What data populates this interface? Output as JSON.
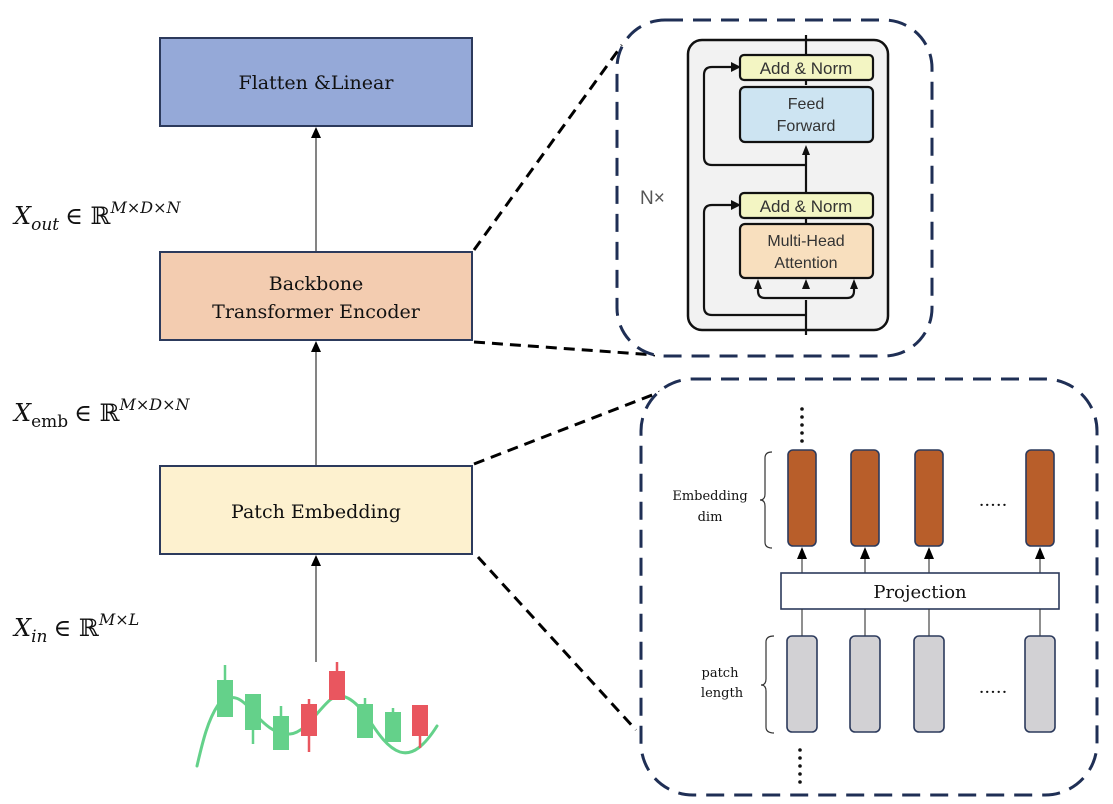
{
  "main_blocks": {
    "flatten_linear": {
      "label": "Flatten &Linear",
      "fill": "#95a9d8"
    },
    "backbone": {
      "line1": "Backbone",
      "line2": "Transformer Encoder",
      "fill": "#f3ccb0"
    },
    "patch_embedding": {
      "label": "Patch Embedding",
      "fill": "#fdf1cf"
    },
    "border_color": "#2c3a5c"
  },
  "math_labels": {
    "x_out": {
      "base": "X",
      "sub": "out",
      "sup": "M×D×N"
    },
    "x_emb": {
      "base": "X",
      "sub": "emb",
      "sup": "M×D×N"
    },
    "x_in": {
      "base": "X",
      "sub": "in",
      "sup": "M×L"
    },
    "set_symbol": "∈ ℝ"
  },
  "transformer_inset": {
    "repeat_label": "N×",
    "add_norm_top": "Add & Norm",
    "feed_forward": [
      "Feed",
      "Forward"
    ],
    "add_norm_bottom": "Add & Norm",
    "multi_head_attention": [
      "Multi-Head",
      "Attention"
    ],
    "colors": {
      "add_norm": "#f3f5c3",
      "feed_forward": "#cde4f2",
      "attention": "#f8dfbe",
      "container": "#f2f2f2"
    }
  },
  "patch_inset": {
    "embedding_label": [
      "Embedding",
      "dim"
    ],
    "patch_label": [
      "patch",
      "length"
    ],
    "projection_label": "Projection",
    "ellipsis": "·····",
    "embedding_count_shown": 4,
    "patch_count_shown": 4,
    "colors": {
      "embedding": "#b85e2a",
      "patch": "#d2d1d4"
    }
  },
  "inset_border_color": "#1f2f55",
  "candlestick_chart": {
    "colors": {
      "up": "#64d18a",
      "down": "#e9565f",
      "trend": "#64d18a"
    },
    "candles": [
      {
        "dir": "up",
        "open": 0.45,
        "close": 0.82,
        "high": 0.97,
        "low": 0.45
      },
      {
        "dir": "up",
        "open": 0.32,
        "close": 0.68,
        "high": 0.68,
        "low": 0.18
      },
      {
        "dir": "up",
        "open": 0.12,
        "close": 0.46,
        "high": 0.56,
        "low": 0.12
      },
      {
        "dir": "down",
        "open": 0.58,
        "close": 0.26,
        "high": 0.63,
        "low": 0.1
      },
      {
        "dir": "down",
        "open": 0.91,
        "close": 0.62,
        "high": 1.0,
        "low": 0.62
      },
      {
        "dir": "up",
        "open": 0.24,
        "close": 0.58,
        "high": 0.64,
        "low": 0.24
      },
      {
        "dir": "up",
        "open": 0.2,
        "close": 0.5,
        "high": 0.54,
        "low": 0.2
      },
      {
        "dir": "down",
        "open": 0.57,
        "close": 0.26,
        "high": 0.57,
        "low": 0.14
      }
    ]
  }
}
